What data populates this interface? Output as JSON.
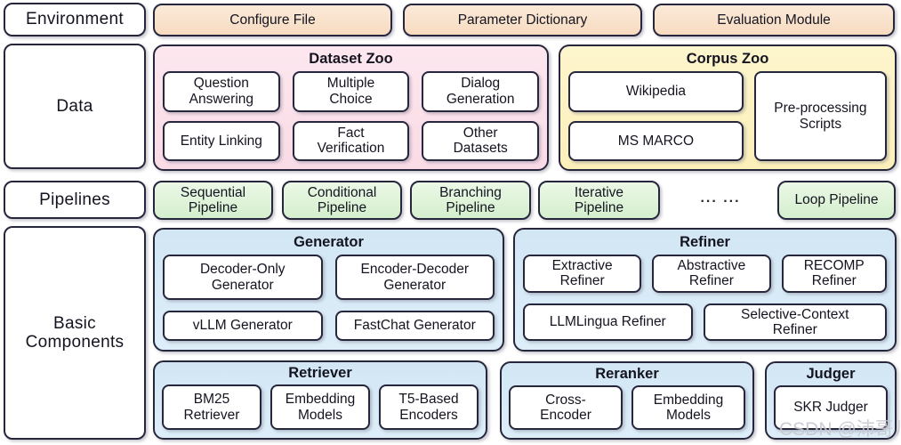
{
  "colors": {
    "border": "#26263c",
    "peach": "#f8e1c9",
    "pink": "#fbdfe9",
    "yellow": "#fdf3c4",
    "green": "#ddf3d6",
    "blue": "#d7e9f6"
  },
  "watermark": "CSDN @沛哥儿",
  "environment": {
    "label": "Environment",
    "items": [
      "Configure File",
      "Parameter Dictionary",
      "Evaluation Module"
    ]
  },
  "data": {
    "label": "Data",
    "dataset_zoo": {
      "title": "Dataset Zoo",
      "items": [
        "Question Answering",
        "Multiple Choice",
        "Dialog Generation",
        "Entity Linking",
        "Fact Verification",
        "Other Datasets"
      ]
    },
    "corpus_zoo": {
      "title": "Corpus Zoo",
      "stack_items": [
        "Wikipedia",
        "MS MARCO"
      ],
      "side_item": "Pre-processing Scripts"
    }
  },
  "pipelines": {
    "label": "Pipelines",
    "items": [
      "Sequential Pipeline",
      "Conditional Pipeline",
      "Branching Pipeline",
      "Iterative Pipeline"
    ],
    "ellipsis": "... ...",
    "loop_item": "Loop Pipeline"
  },
  "basic_components": {
    "label": "Basic Components",
    "generator": {
      "title": "Generator",
      "items": [
        "Decoder-Only Generator",
        "Encoder-Decoder Generator",
        "vLLM Generator",
        "FastChat Generator"
      ]
    },
    "refiner": {
      "title": "Refiner",
      "row1": [
        "Extractive Refiner",
        "Abstractive Refiner",
        "RECOMP Refiner"
      ],
      "row2": [
        "LLMLingua Refiner",
        "Selective-Context Refiner"
      ]
    },
    "retriever": {
      "title": "Retriever",
      "items": [
        "BM25 Retriever",
        "Embedding Models",
        "T5-Based Encoders"
      ]
    },
    "reranker": {
      "title": "Reranker",
      "items": [
        "Cross-Encoder",
        "Embedding Models"
      ]
    },
    "judger": {
      "title": "Judger",
      "items": [
        "SKR Judger"
      ]
    }
  }
}
